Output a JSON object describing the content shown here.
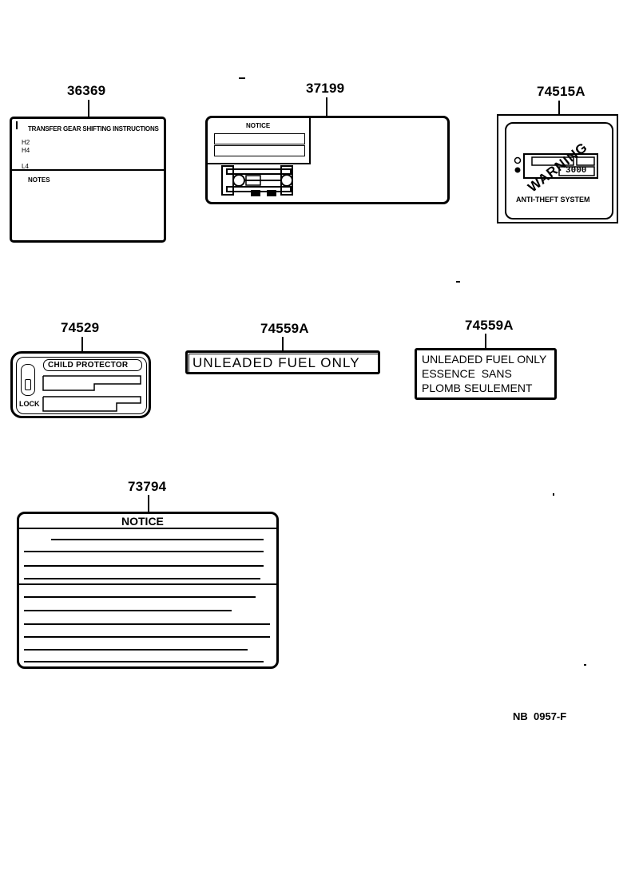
{
  "parts": {
    "p36369": {
      "number": "36369",
      "title": "TRANSFER GEAR SHIFTING INSTRUCTIONS",
      "lines": [
        "H2",
        "H4",
        "L4"
      ],
      "notes": "NOTES"
    },
    "p37199": {
      "number": "37199",
      "title": "NOTICE"
    },
    "p74515A": {
      "number": "74515A",
      "warning": "WARNING",
      "caption": "ANTI-THEFT SYSTEM",
      "display": "3000"
    },
    "p74529": {
      "number": "74529",
      "title": "CHILD PROTECTOR",
      "lock": "LOCK"
    },
    "p74559A_1": {
      "number": "74559A",
      "text": "UNLEADED FUEL ONLY"
    },
    "p74559A_2": {
      "number": "74559A",
      "lines": [
        "UNLEADED FUEL ONLY",
        "ESSENCE  SANS",
        "PLOMB SEULEMENT"
      ]
    },
    "p73794": {
      "number": "73794",
      "title": "NOTICE"
    }
  },
  "drawing_code": "NB  0957-F"
}
